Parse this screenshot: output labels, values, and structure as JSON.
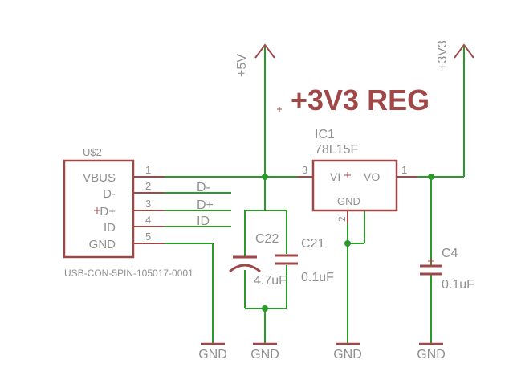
{
  "colors": {
    "wire": "#2a9a2a",
    "part": "#a04848",
    "text": "#909090",
    "title": "#a04848",
    "background": "#ffffff"
  },
  "title": "+3V3 REG",
  "power": {
    "v5": "+5V",
    "v33": "+3V3"
  },
  "connector": {
    "ref": "U$2",
    "value": "USB-CON-5PIN-105017-0001",
    "pins": [
      {
        "num": "1",
        "name": "VBUS"
      },
      {
        "num": "2",
        "name": "D-"
      },
      {
        "num": "3",
        "name": "D+"
      },
      {
        "num": "4",
        "name": "ID"
      },
      {
        "num": "5",
        "name": "GND"
      }
    ]
  },
  "nets": {
    "dminus": "D-",
    "dplus": "D+",
    "id": "ID"
  },
  "regulator": {
    "ref": "IC1",
    "value": "78L15F",
    "vi": "VI",
    "vo": "VO",
    "gnd": "GND",
    "pin_vi": "3",
    "pin_vo": "1",
    "pin_gnd": "2"
  },
  "capacitors": [
    {
      "ref": "C22",
      "value": "4.7uF"
    },
    {
      "ref": "C21",
      "value": "0.1uF"
    },
    {
      "ref": "C4",
      "value": "0.1uF"
    }
  ],
  "ground_label": "GND"
}
